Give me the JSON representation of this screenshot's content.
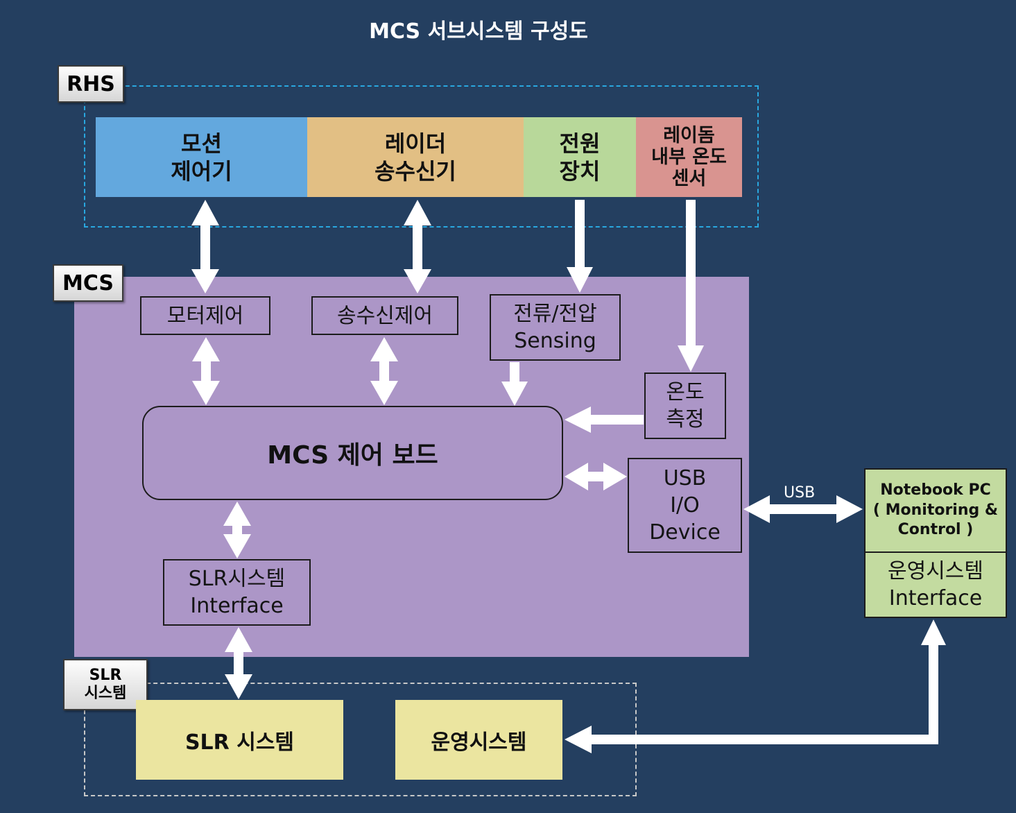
{
  "title": "MCS 서브시스템 구성도",
  "groups": {
    "rhs": "RHS",
    "mcs": "MCS",
    "slr": "SLR\n시스템"
  },
  "rhs_units": {
    "motion": "모션\n제어기",
    "radar": "레이더\n송수신기",
    "power": "전원\n장치",
    "temp_sensor": "레이돔\n내부 온도\n센서"
  },
  "mcs_modules": {
    "motor": "모터제어",
    "transceiver": "송수신제어",
    "sensing": "전류/전압\nSensing",
    "temp": "온도\n측정",
    "board": "MCS 제어 보드",
    "usb_io": "USB\nI/O\nDevice",
    "slr_interface": "SLR시스템\nInterface"
  },
  "pc": {
    "title": "Notebook PC\n( Monitoring &\nControl )",
    "interface": "운영시스템\nInterface"
  },
  "usb_label": "USB",
  "slr_units": {
    "slr": "SLR 시스템",
    "ops": "운영시스템"
  },
  "colors": {
    "background": "#243f60",
    "motion": "#63a8de",
    "radar": "#e2bf84",
    "power": "#b8d89a",
    "temp_sensor": "#d99490",
    "mcs_region": "#ac96c7",
    "pc": "#c3dba0",
    "slr": "#ebe5a0",
    "rhs_border": "#29a8e0"
  }
}
